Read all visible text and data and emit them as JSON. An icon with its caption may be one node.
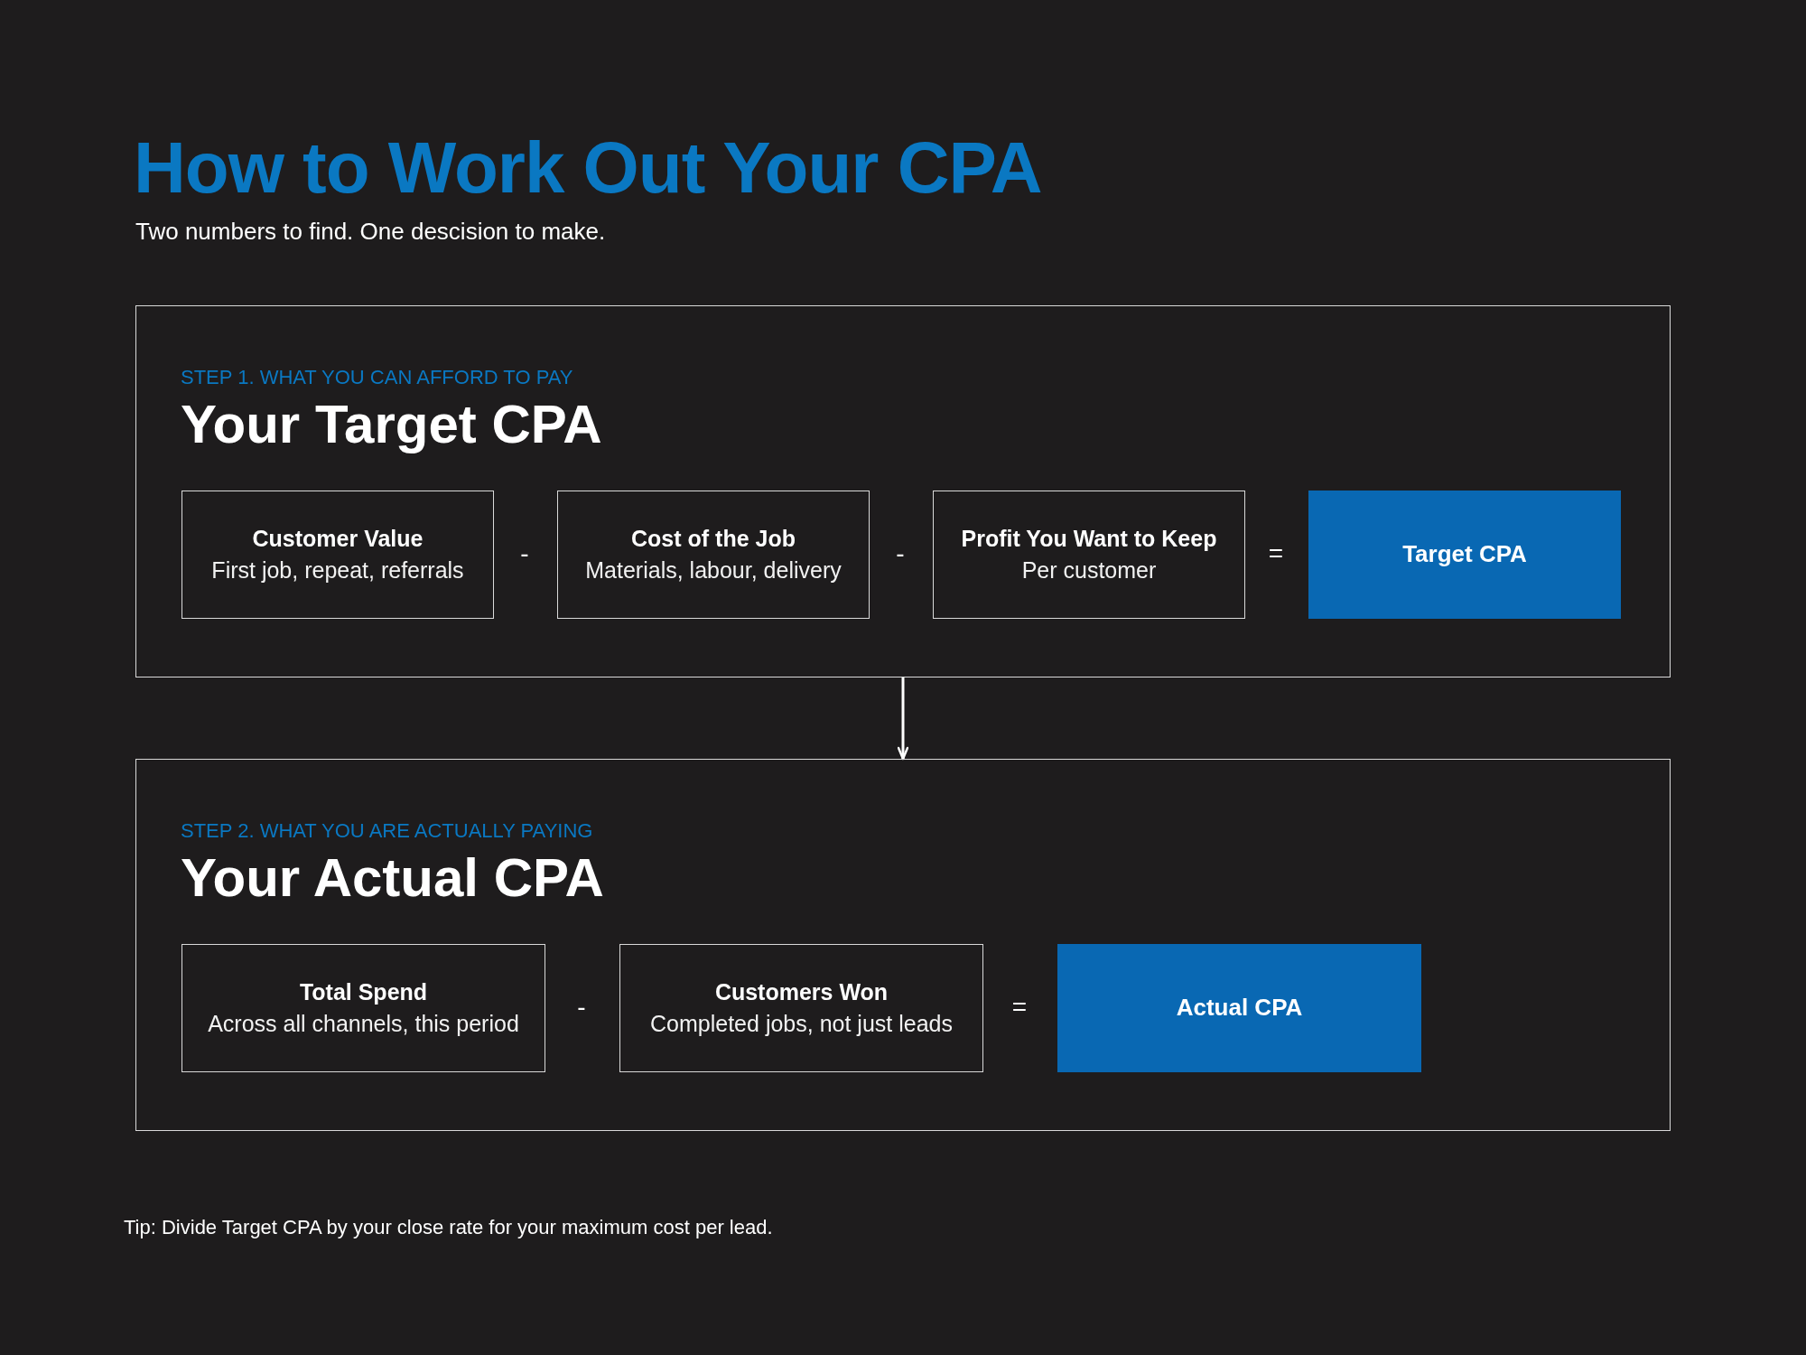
{
  "diagram": {
    "title": "How to Work Out Your CPA",
    "nodes": [
      {
        "text": [
          "STEP 1. WHAT YOU CAN AFFORD TO PAY",
          "Your Target CPA"
        ]
      },
      {
        "text": [
          "Customer Value",
          "First job, repeat, referrals"
        ],
        "in": 0
      },
      {
        "text": [
          "Cost of the Job",
          "Materials, labour, delivery"
        ],
        "in": 0
      },
      {
        "text": [
          "Profit You Want to Keep",
          "Per customer"
        ],
        "in": 0
      },
      {
        "text": [
          "Target CPA"
        ],
        "in": 0
      },
      {
        "text": [
          "STEP 2. WHAT YOU ARE ACTUALLY PAYING",
          "Your Actual CPA"
        ]
      },
      {
        "text": [
          "Total Spend",
          "Across all channels, this period"
        ],
        "in": 5
      },
      {
        "text": [
          "Customers Won",
          "Completed jobs, not just leads"
        ],
        "in": 5
      },
      {
        "text": [
          "Actual CPA"
        ],
        "in": 5
      }
    ],
    "edges": [
      {
        "from": 0,
        "to": 5,
        "arrow": "to"
      }
    ],
    "labels": [
      "Two numbers to find. One descision to make.",
      "-",
      "-",
      "=",
      "-",
      "=",
      "Tip: Divide Target CPA by your close rate for your maximum cost per lead."
    ]
  }
}
